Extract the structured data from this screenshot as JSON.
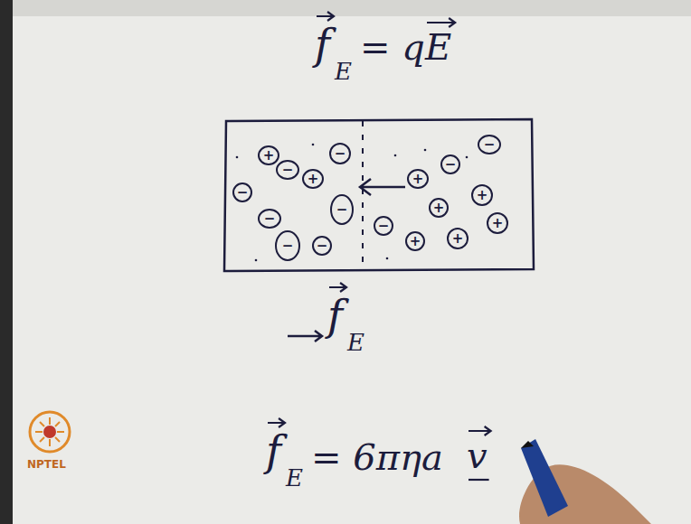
{
  "diagram": {
    "nodes": [
      {
        "text": [
          "+"
        ]
      },
      {
        "text": [
          "−"
        ]
      },
      {
        "text": [
          "−"
        ]
      },
      {
        "text": [
          "+"
        ]
      },
      {
        "text": [
          "−"
        ]
      },
      {
        "text": [
          "−"
        ]
      },
      {
        "text": [
          "+"
        ]
      },
      {
        "text": [
          "−"
        ]
      },
      {
        "text": [
          "−"
        ]
      },
      {
        "text": [
          "+"
        ]
      },
      {
        "text": [
          "−"
        ]
      },
      {
        "text": [
          "+"
        ]
      },
      {
        "text": [
          "−"
        ]
      },
      {
        "text": [
          "+"
        ]
      },
      {
        "text": [
          "−"
        ]
      },
      {
        "text": [
          "−"
        ]
      },
      {
        "text": [
          "+"
        ]
      },
      {
        "text": [
          "+"
        ]
      }
    ],
    "labels": [
      "f",
      "E",
      "= q",
      "E",
      "f",
      "E",
      "f",
      "E",
      "= 6πηa",
      "v",
      "NPTEL"
    ]
  }
}
